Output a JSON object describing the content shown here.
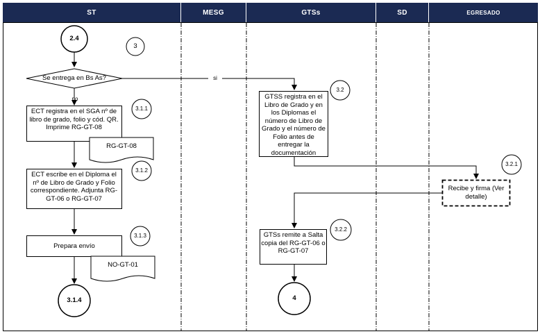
{
  "lanes": [
    {
      "name": "ST"
    },
    {
      "name": "MESG"
    },
    {
      "name": "GTSs"
    },
    {
      "name": "SD"
    },
    {
      "name": "EGRESADO"
    }
  ],
  "connectors": {
    "c24": "2.4",
    "c314": "3.1.4",
    "c4": "4"
  },
  "refs": {
    "r3": "3",
    "r311": "3.1.1",
    "r312": "3.1.2",
    "r313": "3.1.3",
    "r32": "3.2",
    "r321": "3.2.1",
    "r322": "3.2.2"
  },
  "decision": {
    "text": "Se entrega en Bs As?",
    "yes_label": "si",
    "no_label": "no"
  },
  "steps": {
    "s311": "ECT registra en el SGA nº de libro de grado, folio y cód. QR. Imprime RG-GT-08",
    "s312": "ECT escribe en el Diploma el nº de Libro de Grado y Folio correspondiente. Adjunta RG-GT-06 o RG-GT-07",
    "s313": "Prepara envío",
    "s32": "GTSS registra en el Libro de Grado y en los Diplomas el número de Libro de Grado y el número de Folio antes de entregar la documentación",
    "s321": "Recibe y firma (Ver detalle)",
    "s322": "GTSs remite a Salta copia del RG-GT-06 o RG-GT-07"
  },
  "documents": {
    "d1": "RG-GT-08",
    "d2": "NO-GT-01"
  },
  "colors": {
    "header_bg": "#1b2a53",
    "header_text": "#ffffff",
    "line": "#000000",
    "lane_divider": "#000000"
  }
}
